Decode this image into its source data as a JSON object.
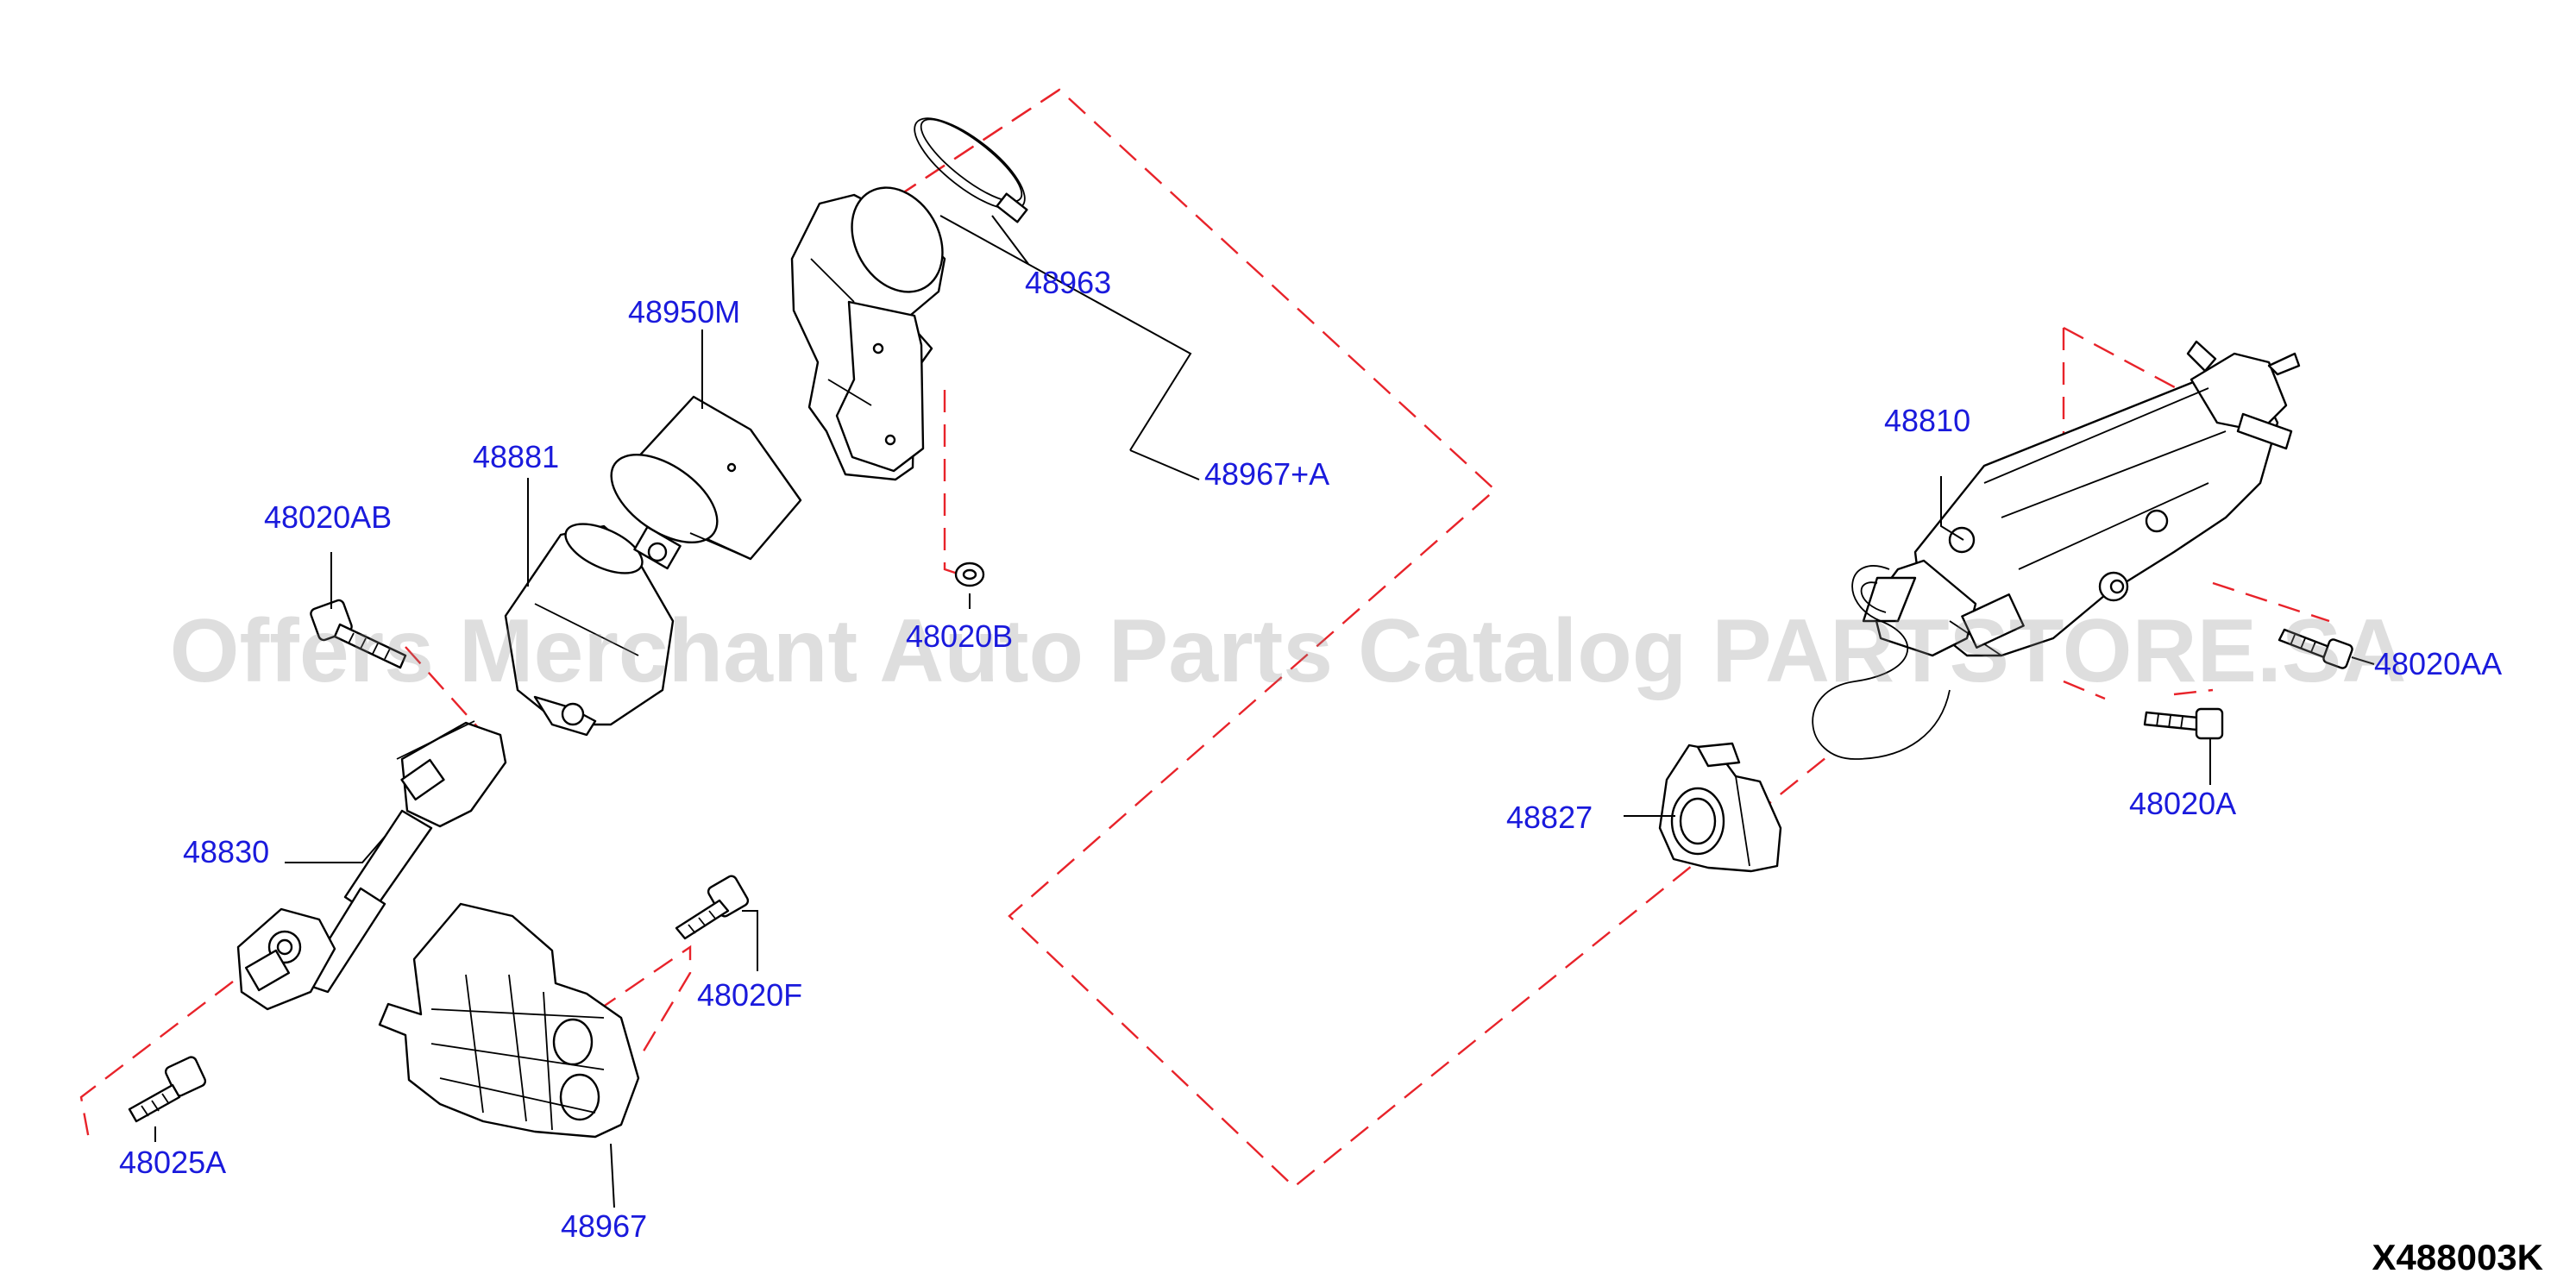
{
  "diagram": {
    "code": "X488003K",
    "watermark": "Offers Merchant Auto Parts Catalog PARTSTORE.SA",
    "colors": {
      "label": "#1a1adc",
      "line": "#000000",
      "dash": "#e8232a",
      "watermark": "#8c8c8c",
      "background": "#ffffff"
    },
    "parts": [
      {
        "id": "48963",
        "label": "48963"
      },
      {
        "id": "48950M",
        "label": "48950M"
      },
      {
        "id": "48967A",
        "label": "48967+A"
      },
      {
        "id": "48881",
        "label": "48881"
      },
      {
        "id": "48020AB",
        "label": "48020AB"
      },
      {
        "id": "48020B",
        "label": "48020B"
      },
      {
        "id": "48830",
        "label": "48830"
      },
      {
        "id": "48020F",
        "label": "48020F"
      },
      {
        "id": "48025A",
        "label": "48025A"
      },
      {
        "id": "48967",
        "label": "48967"
      },
      {
        "id": "48810",
        "label": "48810"
      },
      {
        "id": "48020AA",
        "label": "48020AA"
      },
      {
        "id": "48827",
        "label": "48827"
      },
      {
        "id": "48020A",
        "label": "48020A"
      }
    ]
  }
}
